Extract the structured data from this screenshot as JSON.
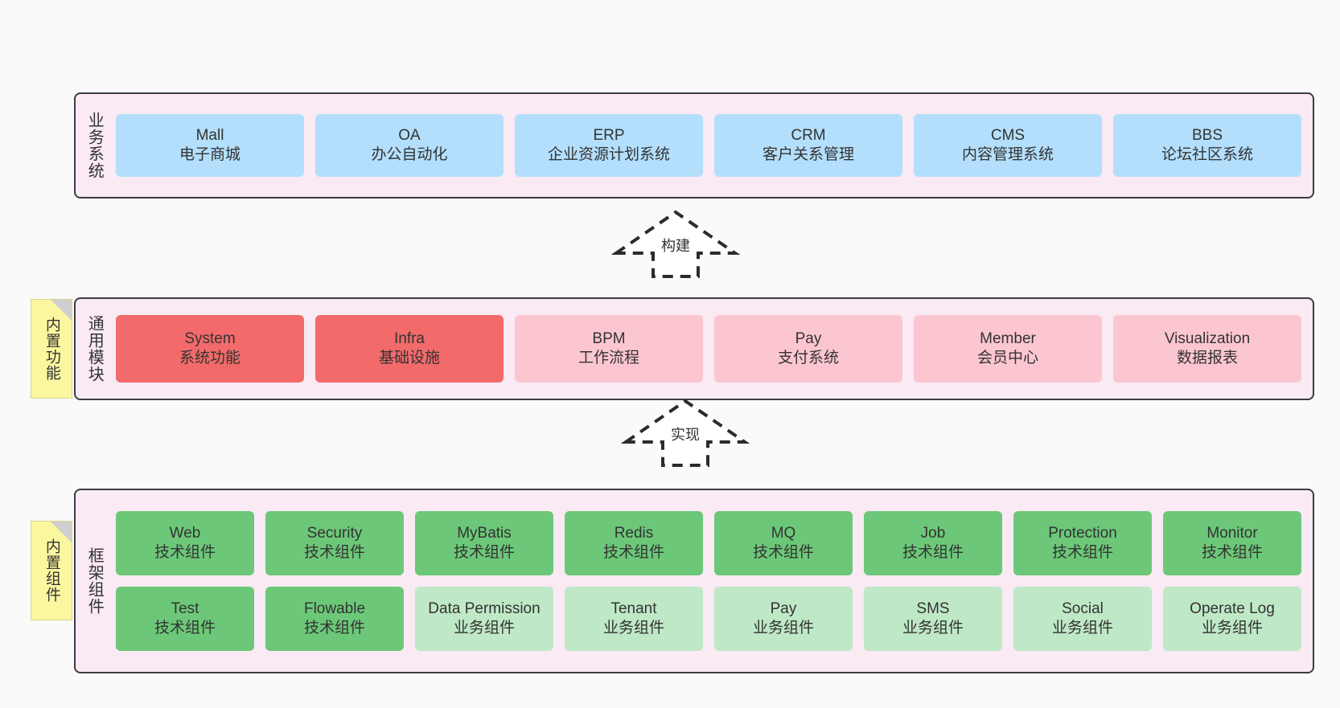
{
  "layers": [
    {
      "id": "business",
      "title": "业务系统",
      "cards": [
        {
          "name": "Mall",
          "sub": "电子商城"
        },
        {
          "name": "OA",
          "sub": "办公自动化"
        },
        {
          "name": "ERP",
          "sub": "企业资源计划系统"
        },
        {
          "name": "CRM",
          "sub": "客户关系管理"
        },
        {
          "name": "CMS",
          "sub": "内容管理系统"
        },
        {
          "name": "BBS",
          "sub": "论坛社区系统"
        }
      ]
    },
    {
      "id": "modules",
      "title": "通用模块",
      "sticky": "内置功能",
      "cards": [
        {
          "name": "System",
          "sub": "系统功能",
          "color": "red"
        },
        {
          "name": "Infra",
          "sub": "基础设施",
          "color": "red"
        },
        {
          "name": "BPM",
          "sub": "工作流程",
          "color": "pink"
        },
        {
          "name": "Pay",
          "sub": "支付系统",
          "color": "pink"
        },
        {
          "name": "Member",
          "sub": "会员中心",
          "color": "pink"
        },
        {
          "name": "Visualization",
          "sub": "数据报表",
          "color": "pink"
        }
      ]
    },
    {
      "id": "framework",
      "title": "框架组件",
      "sticky": "内置组件",
      "row1": [
        {
          "name": "Web",
          "sub": "技术组件",
          "color": "green"
        },
        {
          "name": "Security",
          "sub": "技术组件",
          "color": "green"
        },
        {
          "name": "MyBatis",
          "sub": "技术组件",
          "color": "green"
        },
        {
          "name": "Redis",
          "sub": "技术组件",
          "color": "green"
        },
        {
          "name": "MQ",
          "sub": "技术组件",
          "color": "green"
        },
        {
          "name": "Job",
          "sub": "技术组件",
          "color": "green"
        },
        {
          "name": "Protection",
          "sub": "技术组件",
          "color": "green"
        },
        {
          "name": "Monitor",
          "sub": "技术组件",
          "color": "green"
        }
      ],
      "row2": [
        {
          "name": "Test",
          "sub": "技术组件",
          "color": "green"
        },
        {
          "name": "Flowable",
          "sub": "技术组件",
          "color": "green"
        },
        {
          "name": "Data Permission",
          "sub": "业务组件",
          "color": "lgreen"
        },
        {
          "name": "Tenant",
          "sub": "业务组件",
          "color": "lgreen"
        },
        {
          "name": "Pay",
          "sub": "业务组件",
          "color": "lgreen"
        },
        {
          "name": "SMS",
          "sub": "业务组件",
          "color": "lgreen"
        },
        {
          "name": "Social",
          "sub": "业务组件",
          "color": "lgreen"
        },
        {
          "name": "Operate Log",
          "sub": "业务组件",
          "color": "lgreen"
        }
      ]
    }
  ],
  "connectors": [
    {
      "id": "build",
      "label": "构建"
    },
    {
      "id": "implement",
      "label": "实现"
    }
  ],
  "colors": {
    "layer_background": "#f9eaf4",
    "layer_border": "#3c3c44",
    "business_card": "#b3dffc",
    "module_primary": "#f26a6a",
    "module_secondary": "#fcc6d0",
    "tech_component": "#6cc878",
    "business_component": "#bfe8c6",
    "sticky_note": "#fbf7a0"
  }
}
